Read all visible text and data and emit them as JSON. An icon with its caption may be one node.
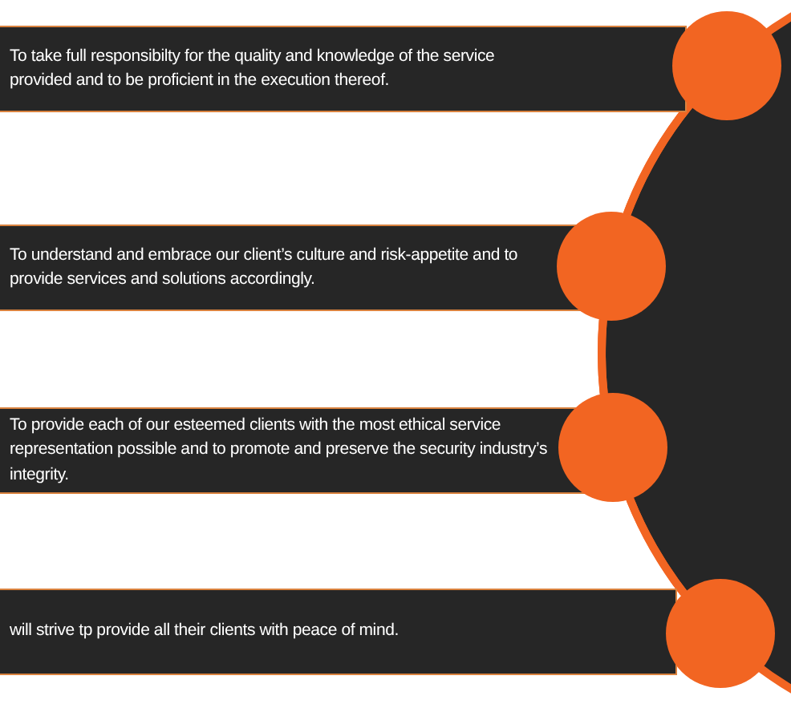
{
  "diagram": {
    "nodes": [
      {
        "text": [
          "To take full responsibilty for the quality and knowledge of the service provided and to be proficient in the execution thereof."
        ]
      },
      {
        "text": [
          "To understand and embrace our client’s culture and risk-appetite and to provide services and solutions accordingly."
        ]
      },
      {
        "text": [
          "To provide each of our esteemed clients with the most ethical service representation possible and to promote and preserve the security industry’s integrity."
        ]
      },
      {
        "text": [
          "will strive tp provide all their clients with peace of mind."
        ]
      },
      {
        "text": [],
        "shape": "circle"
      },
      {
        "text": [],
        "shape": "circle"
      },
      {
        "text": [],
        "shape": "circle"
      },
      {
        "text": [],
        "shape": "circle"
      }
    ],
    "edges": [
      {
        "from": 4,
        "to": 5,
        "arrow": "none"
      },
      {
        "from": 5,
        "to": 6,
        "arrow": "none"
      },
      {
        "from": 6,
        "to": 7,
        "arrow": "none"
      }
    ]
  }
}
